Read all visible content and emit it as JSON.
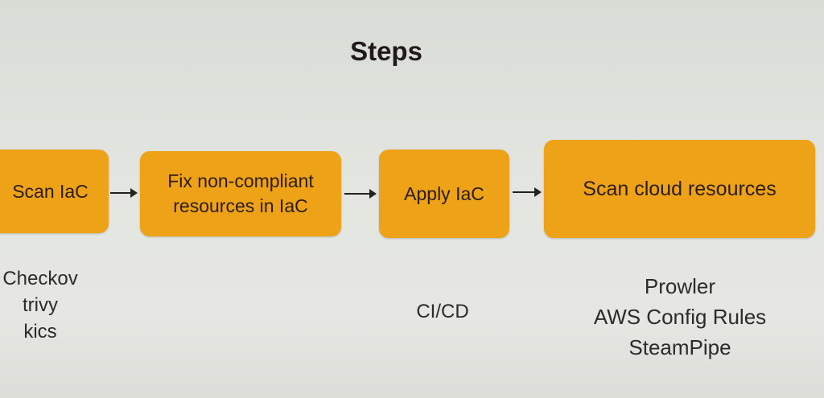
{
  "title": "Steps",
  "steps": [
    {
      "label": "Scan IaC",
      "tools": [
        "Checkov",
        "trivy",
        "kics"
      ]
    },
    {
      "label": "Fix non-compliant resources in IaC",
      "tools": []
    },
    {
      "label": "Apply IaC",
      "tools": [
        "CI/CD"
      ]
    },
    {
      "label": "Scan cloud resources",
      "tools": [
        "Prowler",
        "AWS Config Rules",
        "SteamPipe"
      ]
    }
  ],
  "colors": {
    "box": "#eea217",
    "text": "#2a1d10"
  }
}
